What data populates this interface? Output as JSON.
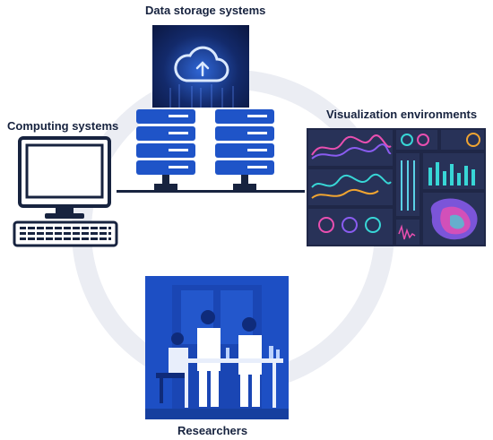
{
  "labels": {
    "storage": "Data storage systems",
    "compute": "Computing systems",
    "visualization": "Visualization environments",
    "researchers": "Researchers"
  },
  "icons": {
    "storage": "cloud-icon",
    "servers": "server-rack-icon",
    "computer": "desktop-computer-icon",
    "visualization": "dashboard-charts-icon",
    "researchers": "lab-researchers-illustration"
  },
  "colors": {
    "ring": "#ebedf3",
    "server_blue": "#1f54c8",
    "dark_navy": "#17233f",
    "lab_blue": "#1d4fc4",
    "dashboard_bg": "#1f2747"
  }
}
